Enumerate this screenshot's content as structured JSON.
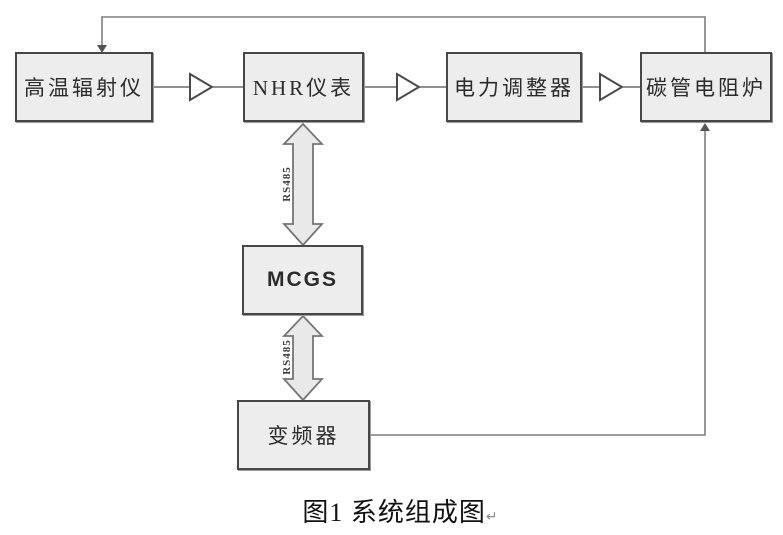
{
  "diagram": {
    "title_hint": "system composition block diagram",
    "nodes": [
      {
        "id": "radiometer",
        "label": "高温辐射仪"
      },
      {
        "id": "nhr-meter",
        "label": "NHR仪表"
      },
      {
        "id": "power-regulator",
        "label": "电力调整器"
      },
      {
        "id": "furnace",
        "label": "碳管电阻炉"
      },
      {
        "id": "mcgs",
        "label": "MCGS"
      },
      {
        "id": "inverter",
        "label": "变频器"
      }
    ],
    "links": {
      "rs485_upper": "RS485",
      "rs485_lower": "RS485"
    },
    "caption": {
      "text": "图1 系统组成图",
      "mark": "↵"
    },
    "colors": {
      "box_fill": "#ededed",
      "box_border": "#474747",
      "connector_line": "#7f7f7f",
      "triangle_outline": "#4a4a4a",
      "bus_arrow_fill": "#e9e9e9",
      "bus_arrow_outline": "#757575",
      "arrowhead": "#555555",
      "text": "#2b2b2b"
    }
  }
}
